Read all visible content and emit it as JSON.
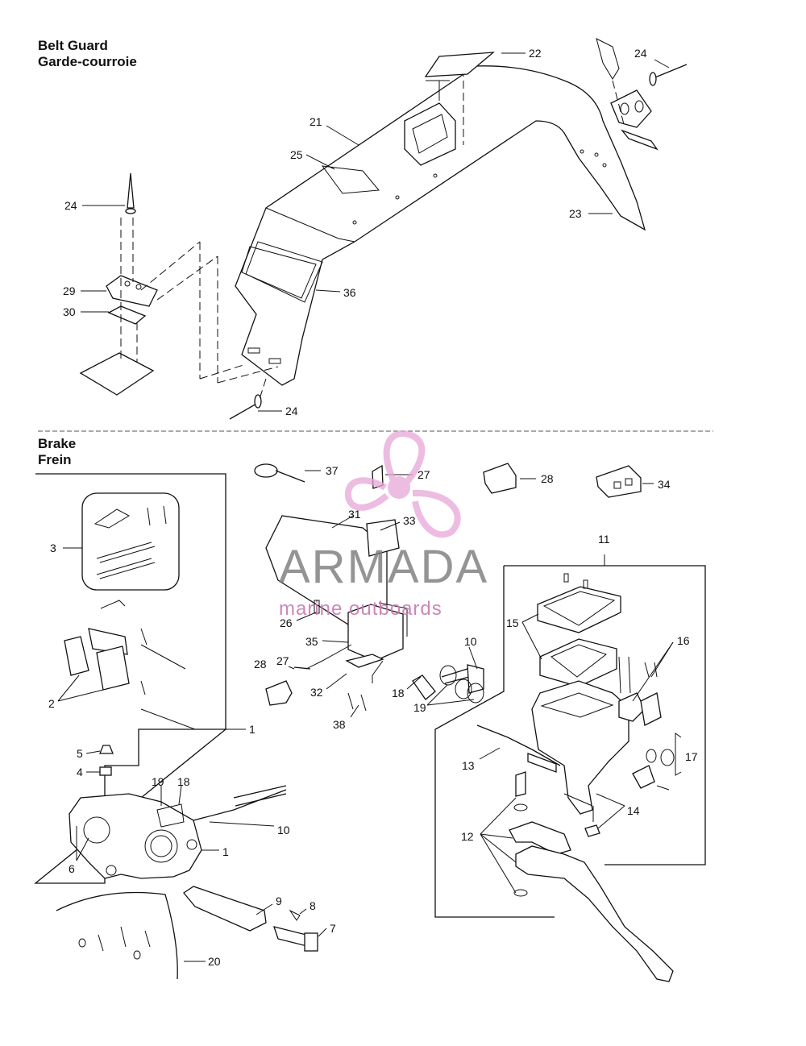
{
  "belt_guard": {
    "title_en": "Belt Guard",
    "title_fr": "Garde-courroie"
  },
  "brake": {
    "title_en": "Brake",
    "title_fr": "Frein"
  },
  "watermark": {
    "brand": "ARMADA",
    "tagline": "marine outboards",
    "color": "#e8a6d8"
  },
  "belt_callouts": [
    "22",
    "24",
    "21",
    "25",
    "24",
    "23",
    "29",
    "36",
    "30",
    "24"
  ],
  "brake_callouts": [
    "37",
    "27",
    "28",
    "34",
    "31",
    "33",
    "3",
    "11",
    "26",
    "15",
    "35",
    "10",
    "16",
    "28",
    "27",
    "18",
    "32",
    "19",
    "2",
    "38",
    "1",
    "5",
    "17",
    "4",
    "13",
    "19",
    "18",
    "14",
    "10",
    "1",
    "12",
    "6",
    "9",
    "8",
    "7",
    "20"
  ]
}
